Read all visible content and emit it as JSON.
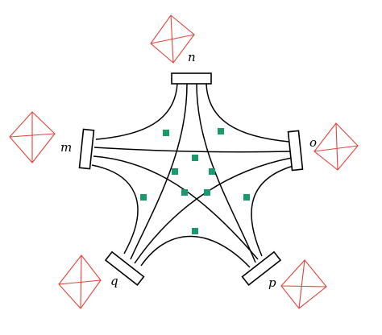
{
  "diagram": {
    "labels": {
      "n": "n",
      "m": "m",
      "o": "o",
      "p": "p",
      "q": "q"
    },
    "colors": {
      "strand": "#000000",
      "node": "#1a9a6a",
      "tetrahedron": "#e0443a"
    },
    "icons": [
      "tetrahedron-icon"
    ]
  }
}
